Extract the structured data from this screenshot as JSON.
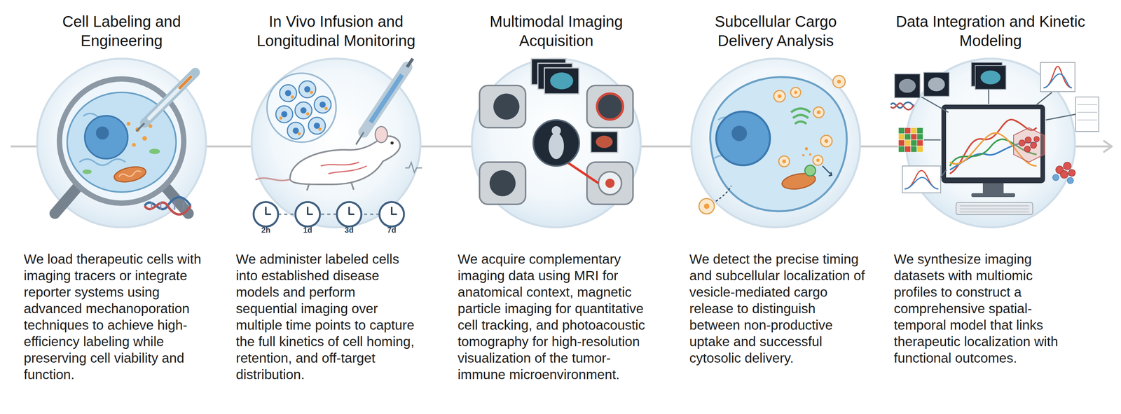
{
  "diagram": {
    "nodes": [
      {
        "text": [
          "Cell Labeling and Engineering",
          "We load therapeutic cells with imaging tracers or integrate reporter systems using advanced mechanoporation techniques to achieve high-efficiency labeling while preserving cell viability and function."
        ]
      },
      {
        "text": [
          "In Vivo Infusion and Longitudinal Monitoring",
          "We administer labeled cells into established disease models and perform sequential imaging over multiple time points to capture the full kinetics of cell homing, retention, and off-target distribution."
        ]
      },
      {
        "text": [
          "Multimodal Imaging Acquisition",
          "We acquire complementary imaging data using MRI for anatomical context, magnetic particle imaging for quantitative cell tracking, and photoacoustic tomography for high-resolution visualization of the tumor-immune microenvironment."
        ]
      },
      {
        "text": [
          "Subcellular Cargo Delivery Analysis",
          "We detect the precise timing and subcellular localization of vesicle-mediated cargo release to distinguish between non-productive uptake and successful cytosolic delivery."
        ]
      },
      {
        "text": [
          "Data Integration and Kinetic Modeling",
          "We synthesize imaging datasets with multiomic profiles to construct a comprehensive spatial-temporal model that links therapeutic localization with functional outcomes."
        ]
      }
    ],
    "edges": [
      {
        "from": 0,
        "to": 1,
        "arrow": "none"
      },
      {
        "from": 1,
        "to": 2,
        "arrow": "none"
      },
      {
        "from": 2,
        "to": 3,
        "arrow": "none"
      },
      {
        "from": 3,
        "to": 4,
        "arrow": "none"
      }
    ],
    "labels": [
      "2h",
      "1d",
      "3d",
      "7d"
    ]
  }
}
